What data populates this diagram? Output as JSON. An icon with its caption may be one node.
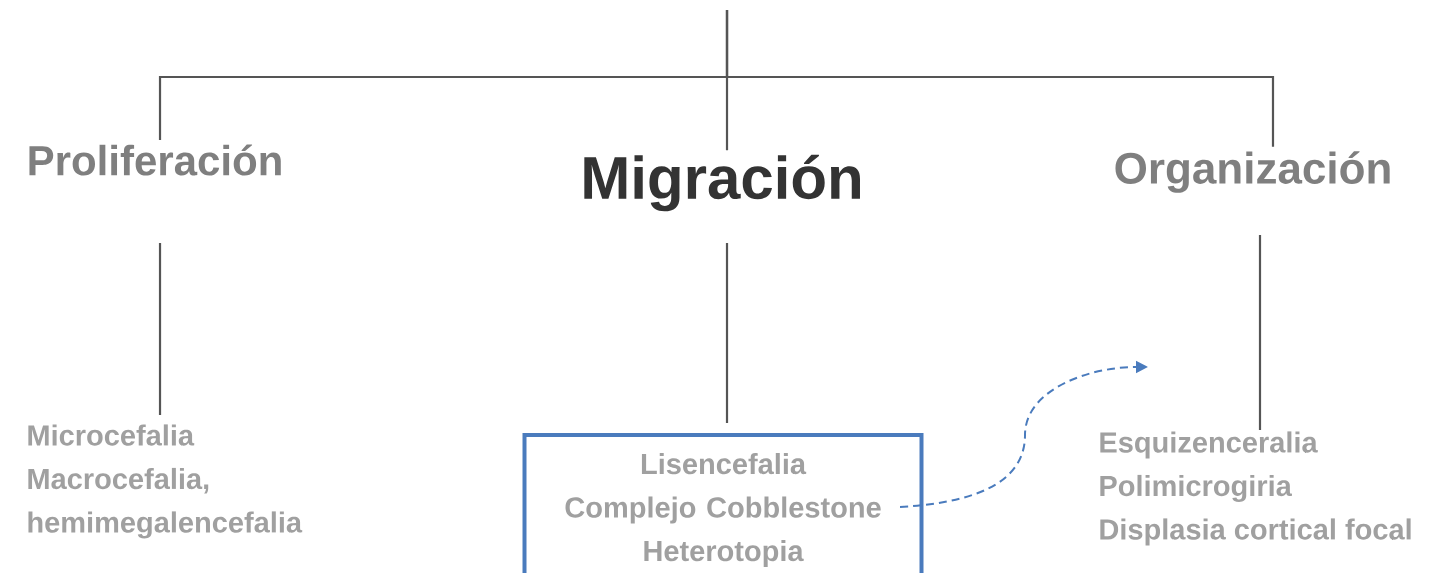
{
  "diagram": {
    "nodes": [
      {
        "text": [
          "Proliferación"
        ]
      },
      {
        "text": [
          "Migración"
        ]
      },
      {
        "text": [
          "Organización"
        ]
      },
      {
        "text": [
          "Microcefalia",
          "Macrocefalia, hemimegalencefalia"
        ]
      },
      {
        "text": [
          "Lisencefalia",
          "Complejo Cobblestone",
          "Heterotopia"
        ]
      },
      {
        "text": [
          "Esquizenceralia",
          "Polimicrogiria",
          "Displasia cortical focal"
        ]
      }
    ],
    "edges": [
      {
        "from": null,
        "to": 0,
        "arrow": "none"
      },
      {
        "from": null,
        "to": 1,
        "arrow": "none"
      },
      {
        "from": null,
        "to": 2,
        "arrow": "none"
      },
      {
        "from": 0,
        "to": 3,
        "arrow": "none"
      },
      {
        "from": 1,
        "to": 4,
        "arrow": "none"
      },
      {
        "from": 2,
        "to": 5,
        "arrow": "none"
      },
      {
        "from": 4,
        "to": null,
        "arrow": "to",
        "style": "dashed",
        "color": "#4a7bbd"
      }
    ]
  }
}
